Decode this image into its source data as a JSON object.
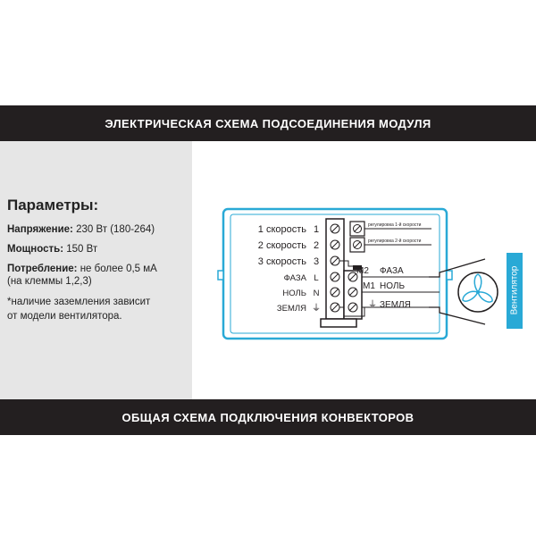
{
  "header": {
    "title": "ЭЛЕКТРИЧЕСКАЯ СХЕМА ПОДСОЕДИНЕНИЯ МОДУЛЯ"
  },
  "footer": {
    "title": "ОБЩАЯ СХЕМА ПОДКЛЮЧЕНИЯ КОНВЕКТОРОВ"
  },
  "params": {
    "heading": "Параметры:",
    "voltage_label": "Напряжение:",
    "voltage_value": " 230 Вт (180-264)",
    "power_label": "Мощность:",
    "power_value": " 150 Вт",
    "consumption_label": "Потребление:",
    "consumption_value": " не более 0,5 мА",
    "consumption_note": "(на клеммы 1,2,3)",
    "grounding_note_1": "*наличие заземления зависит",
    "grounding_note_2": "от модели вентилятора."
  },
  "diagram": {
    "colors": {
      "frame": "#29a9d6",
      "line": "#231f20",
      "badge_bg": "#29a9d6",
      "badge_text": "#ffffff"
    },
    "left_terminals": [
      {
        "label": "1 скорость",
        "code": "1"
      },
      {
        "label": "2 скорость",
        "code": "2"
      },
      {
        "label": "3 скорость",
        "code": "3"
      },
      {
        "label": "ФАЗА",
        "code": "L"
      },
      {
        "label": "НОЛЬ",
        "code": "N"
      },
      {
        "label": "ЗЕМЛЯ",
        "code": "⏚"
      }
    ],
    "regulators": [
      {
        "label": "регулировка 1-й скорости"
      },
      {
        "label": "регулировка 2-й скорости"
      }
    ],
    "motor_terminals": [
      {
        "code": "M2",
        "label": "ФАЗА"
      },
      {
        "code": "M1",
        "label": "НОЛЬ"
      },
      {
        "code": "⏚",
        "label": "ЗЕМЛЯ"
      }
    ],
    "fan_badge": "Вентилятор",
    "fan_icon": "fan-icon"
  }
}
